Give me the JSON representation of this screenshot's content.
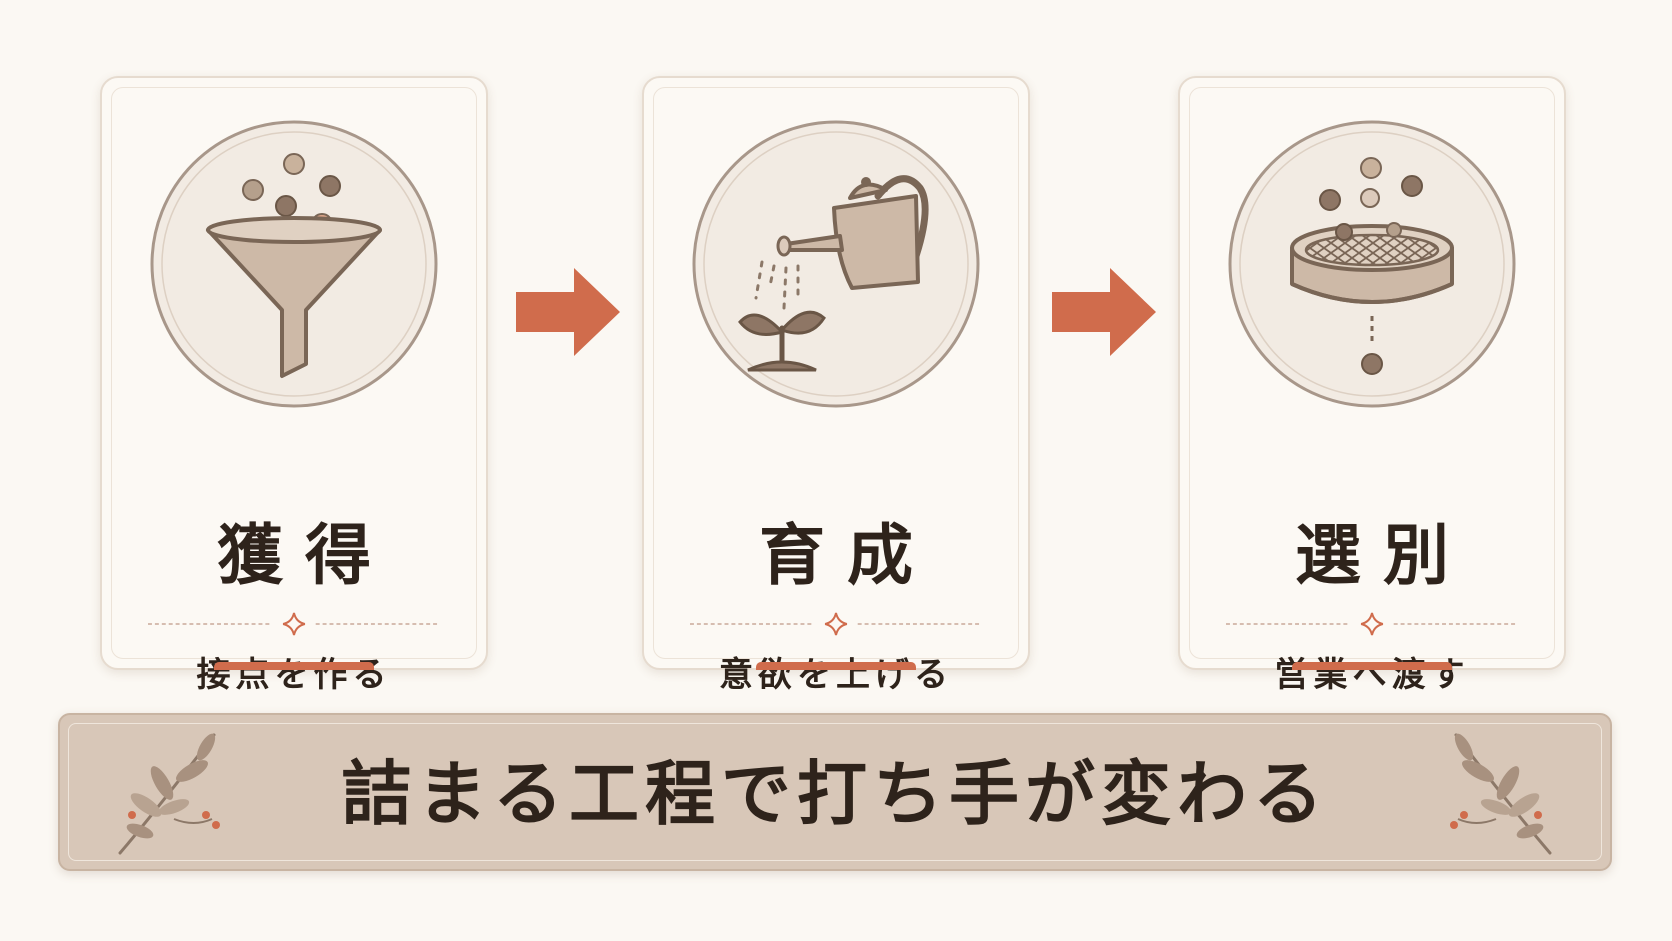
{
  "steps": [
    {
      "title": "獲得",
      "subtitle": "接点を作る",
      "icon": "funnel-icon"
    },
    {
      "title": "育成",
      "subtitle": "意欲を上げる",
      "icon": "watering-can-icon"
    },
    {
      "title": "選別",
      "subtitle": "営業へ渡す",
      "icon": "sieve-icon"
    }
  ],
  "banner": {
    "text": "詰まる工程で打ち手が変わる"
  },
  "colors": {
    "background": "#fbf8f3",
    "card": "#fcf9f4",
    "accent": "#d06c4c",
    "icon_fill": "#cdb9a7",
    "icon_stroke": "#7a6656",
    "banner": "#d8c7b8",
    "text": "#2e231b"
  }
}
